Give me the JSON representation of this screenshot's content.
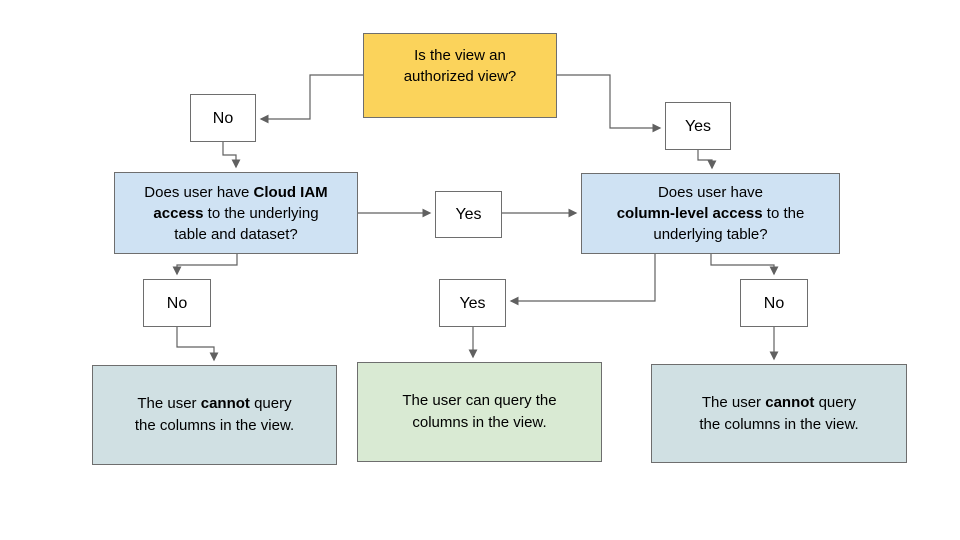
{
  "colors": {
    "root_fill": "#FBD35B",
    "question_fill": "#CFE2F3",
    "negative_result_fill": "#D0E0E3",
    "positive_result_fill": "#D9EAD3",
    "label_box_fill": "#FFFFFF",
    "box_border": "#6E6E6E",
    "connector": "#606060",
    "text": "#000000",
    "background": "#FFFFFF"
  },
  "nodes": {
    "root": {
      "text": "Is the view an\nauthorized view?"
    },
    "no1": {
      "label": "No"
    },
    "yes1": {
      "label": "Yes"
    },
    "q_iam": {
      "pre": "Does user have ",
      "bold": "Cloud IAM\naccess",
      "post": " to the underlying\ntable and dataset?"
    },
    "yes_mid": {
      "label": "Yes"
    },
    "q_col": {
      "pre": "Does user have\n",
      "bold": "column-level access",
      "post": " to the\nunderlying table?"
    },
    "no2": {
      "label": "No"
    },
    "yes2": {
      "label": "Yes"
    },
    "no3": {
      "label": "No"
    },
    "result_left": {
      "pre": "The user ",
      "bold": "cannot",
      "post": " query\nthe columns in the view."
    },
    "result_center": {
      "text": "The user can query the\ncolumns in the view."
    },
    "result_right": {
      "pre": "The user ",
      "bold": "cannot",
      "post": " query\nthe columns in the view."
    }
  }
}
